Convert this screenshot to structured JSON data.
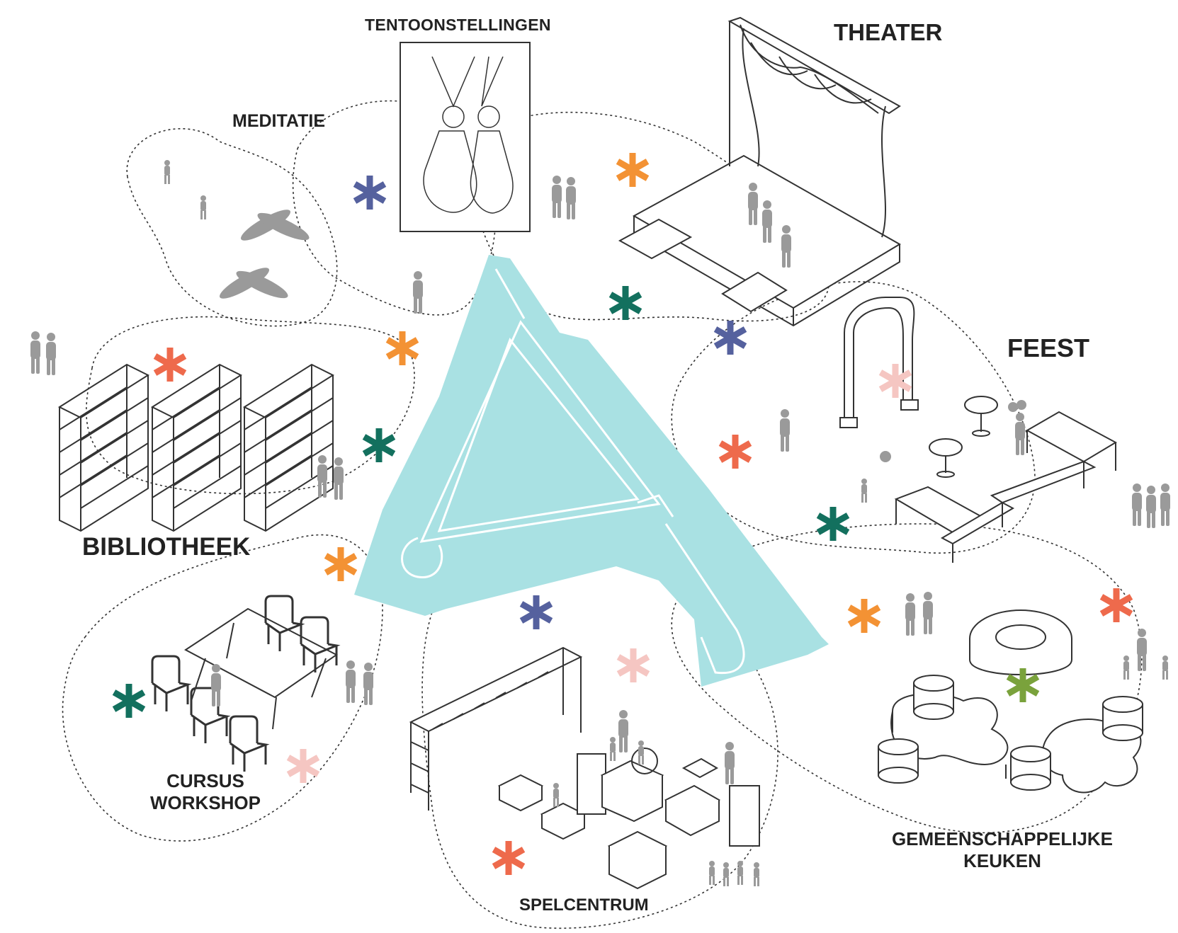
{
  "labels": {
    "tentoonstellingen": "TENTOONSTELLINGEN",
    "theater": "THEATER",
    "meditatie": "MEDITATIE",
    "feest": "FEEST",
    "bibliotheek": "BIBLIOTHEEK",
    "cursus_line1": "CURSUS",
    "cursus_line2": "WORKSHOP",
    "keuken_line1": "GEMEENSCHAPPELIJKE",
    "keuken_line2": "KEUKEN",
    "spelcentrum": "SPELCENTRUM"
  },
  "colors": {
    "site_fill": "#a9e1e3",
    "outline": "#333333",
    "person": "#9a9a9a",
    "asterisk_blue": "#55619e",
    "asterisk_orange": "#f39234",
    "asterisk_teal": "#13705e",
    "asterisk_red": "#ee6a4c",
    "asterisk_pink": "#f5c6c2",
    "asterisk_green": "#7aa23c"
  },
  "icons": [
    "asterisk-icon",
    "person-icon",
    "bookshelf-icon",
    "stage-icon",
    "exhibition-frame-icon",
    "table-icon",
    "chair-icon",
    "pouf-icon",
    "round-table-icon",
    "arch-icon",
    "climbing-frame-icon"
  ]
}
